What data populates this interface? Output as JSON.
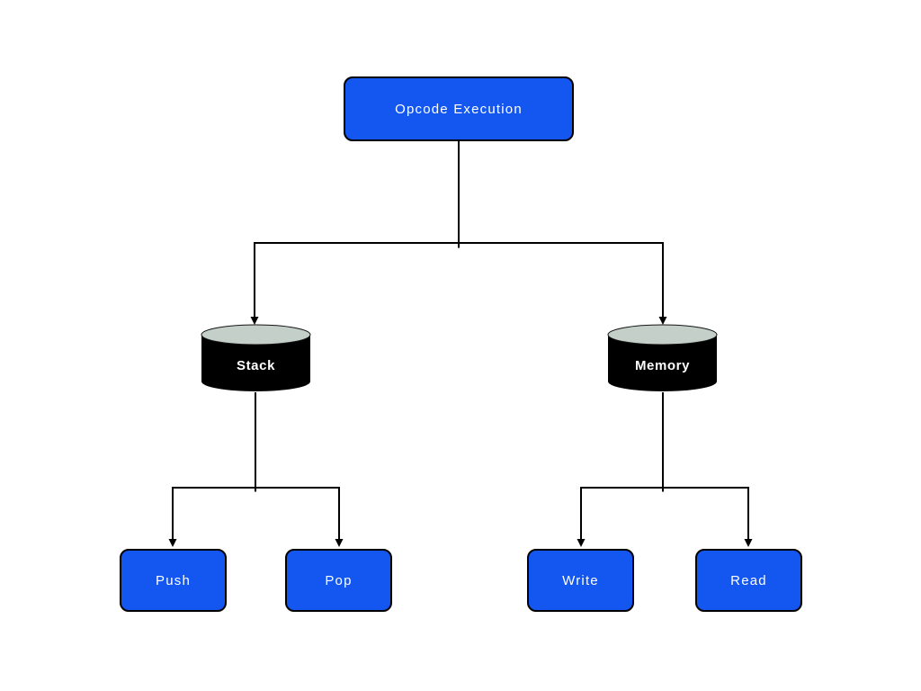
{
  "diagram": {
    "colors": {
      "background": "#ffffff",
      "node_fill": "#1356F0",
      "node_border": "#000000",
      "node_text": "#ffffff",
      "cylinder_body": "#000000",
      "cylinder_top": "#c4cfca",
      "connector": "#000000"
    },
    "root": {
      "label": "Opcode Execution",
      "shape": "rounded-rect"
    },
    "branches": [
      {
        "label": "Stack",
        "shape": "cylinder",
        "children": [
          {
            "label": "Push",
            "shape": "rounded-rect"
          },
          {
            "label": "Pop",
            "shape": "rounded-rect"
          }
        ]
      },
      {
        "label": "Memory",
        "shape": "cylinder",
        "children": [
          {
            "label": "Write",
            "shape": "rounded-rect"
          },
          {
            "label": "Read",
            "shape": "rounded-rect"
          }
        ]
      }
    ]
  }
}
